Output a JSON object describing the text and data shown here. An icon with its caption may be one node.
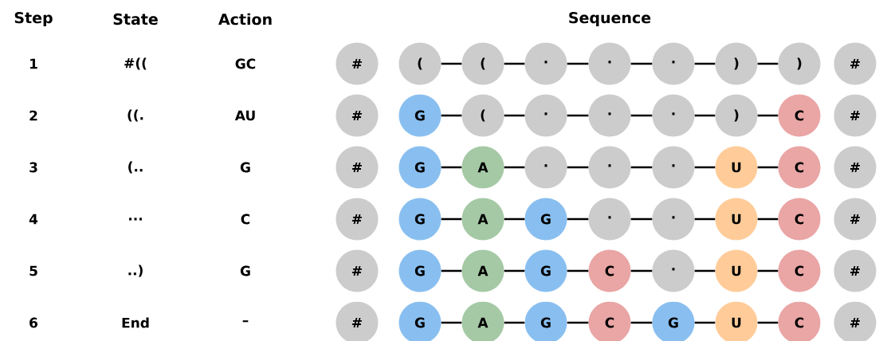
{
  "diagram": {
    "nodes": [
      {
        "text": [
          "#"
        ]
      },
      {
        "text": [
          "("
        ]
      },
      {
        "text": [
          "("
        ]
      },
      {
        "text": [
          "·"
        ]
      },
      {
        "text": [
          "·"
        ]
      },
      {
        "text": [
          "·"
        ]
      },
      {
        "text": [
          ")"
        ]
      },
      {
        "text": [
          ")"
        ]
      },
      {
        "text": [
          "#"
        ]
      },
      {
        "text": [
          "#"
        ]
      },
      {
        "text": [
          "G"
        ]
      },
      {
        "text": [
          "("
        ]
      },
      {
        "text": [
          "·"
        ]
      },
      {
        "text": [
          "·"
        ]
      },
      {
        "text": [
          "·"
        ]
      },
      {
        "text": [
          ")"
        ]
      },
      {
        "text": [
          "C"
        ]
      },
      {
        "text": [
          "#"
        ]
      },
      {
        "text": [
          "#"
        ]
      },
      {
        "text": [
          "G"
        ]
      },
      {
        "text": [
          "A"
        ]
      },
      {
        "text": [
          "·"
        ]
      },
      {
        "text": [
          "·"
        ]
      },
      {
        "text": [
          "·"
        ]
      },
      {
        "text": [
          "U"
        ]
      },
      {
        "text": [
          "C"
        ]
      },
      {
        "text": [
          "#"
        ]
      },
      {
        "text": [
          "#"
        ]
      },
      {
        "text": [
          "G"
        ]
      },
      {
        "text": [
          "A"
        ]
      },
      {
        "text": [
          "G"
        ]
      },
      {
        "text": [
          "·"
        ]
      },
      {
        "text": [
          "·"
        ]
      },
      {
        "text": [
          "U"
        ]
      },
      {
        "text": [
          "C"
        ]
      },
      {
        "text": [
          "#"
        ]
      },
      {
        "text": [
          "#"
        ]
      },
      {
        "text": [
          "G"
        ]
      },
      {
        "text": [
          "A"
        ]
      },
      {
        "text": [
          "G"
        ]
      },
      {
        "text": [
          "C"
        ]
      },
      {
        "text": [
          "·"
        ]
      },
      {
        "text": [
          "U"
        ]
      },
      {
        "text": [
          "C"
        ]
      },
      {
        "text": [
          "#"
        ]
      },
      {
        "text": [
          "#"
        ]
      },
      {
        "text": [
          "G"
        ]
      },
      {
        "text": [
          "A"
        ]
      },
      {
        "text": [
          "G"
        ]
      },
      {
        "text": [
          "C"
        ]
      },
      {
        "text": [
          "G"
        ]
      },
      {
        "text": [
          "U"
        ]
      },
      {
        "text": [
          "C"
        ]
      },
      {
        "text": [
          "#"
        ]
      }
    ],
    "edges": [
      {
        "from": 1,
        "to": 2,
        "arrow": "none"
      },
      {
        "from": 2,
        "to": 3,
        "arrow": "none"
      },
      {
        "from": 3,
        "to": 4,
        "arrow": "none"
      },
      {
        "from": 4,
        "to": 5,
        "arrow": "none"
      },
      {
        "from": 5,
        "to": 6,
        "arrow": "none"
      },
      {
        "from": 6,
        "to": 7,
        "arrow": "none"
      },
      {
        "from": 10,
        "to": 11,
        "arrow": "none"
      },
      {
        "from": 11,
        "to": 12,
        "arrow": "none"
      },
      {
        "from": 12,
        "to": 13,
        "arrow": "none"
      },
      {
        "from": 13,
        "to": 14,
        "arrow": "none"
      },
      {
        "from": 14,
        "to": 15,
        "arrow": "none"
      },
      {
        "from": 15,
        "to": 16,
        "arrow": "none"
      },
      {
        "from": 19,
        "to": 20,
        "arrow": "none"
      },
      {
        "from": 20,
        "to": 21,
        "arrow": "none"
      },
      {
        "from": 21,
        "to": 22,
        "arrow": "none"
      },
      {
        "from": 22,
        "to": 23,
        "arrow": "none"
      },
      {
        "from": 23,
        "to": 24,
        "arrow": "none"
      },
      {
        "from": 24,
        "to": 25,
        "arrow": "none"
      },
      {
        "from": 28,
        "to": 29,
        "arrow": "none"
      },
      {
        "from": 29,
        "to": 30,
        "arrow": "none"
      },
      {
        "from": 30,
        "to": 31,
        "arrow": "none"
      },
      {
        "from": 31,
        "to": 32,
        "arrow": "none"
      },
      {
        "from": 32,
        "to": 33,
        "arrow": "none"
      },
      {
        "from": 33,
        "to": 34,
        "arrow": "none"
      },
      {
        "from": 37,
        "to": 38,
        "arrow": "none"
      },
      {
        "from": 38,
        "to": 39,
        "arrow": "none"
      },
      {
        "from": 39,
        "to": 40,
        "arrow": "none"
      },
      {
        "from": 40,
        "to": 41,
        "arrow": "none"
      },
      {
        "from": 41,
        "to": 42,
        "arrow": "none"
      },
      {
        "from": 42,
        "to": 43,
        "arrow": "none"
      },
      {
        "from": 46,
        "to": 47,
        "arrow": "none"
      },
      {
        "from": 47,
        "to": 48,
        "arrow": "none"
      },
      {
        "from": 48,
        "to": 49,
        "arrow": "none"
      },
      {
        "from": 49,
        "to": 50,
        "arrow": "none"
      },
      {
        "from": 50,
        "to": 51,
        "arrow": "none"
      },
      {
        "from": 51,
        "to": 52,
        "arrow": "none"
      }
    ],
    "labels": [
      "Step",
      "State",
      "Action",
      "Sequence",
      "1",
      "#((",
      "GC",
      "2",
      "((.",
      "AU",
      "3",
      "(..",
      "G",
      "4",
      "...",
      "C",
      "5",
      "..)",
      "G",
      "6",
      "End",
      "–"
    ]
  }
}
